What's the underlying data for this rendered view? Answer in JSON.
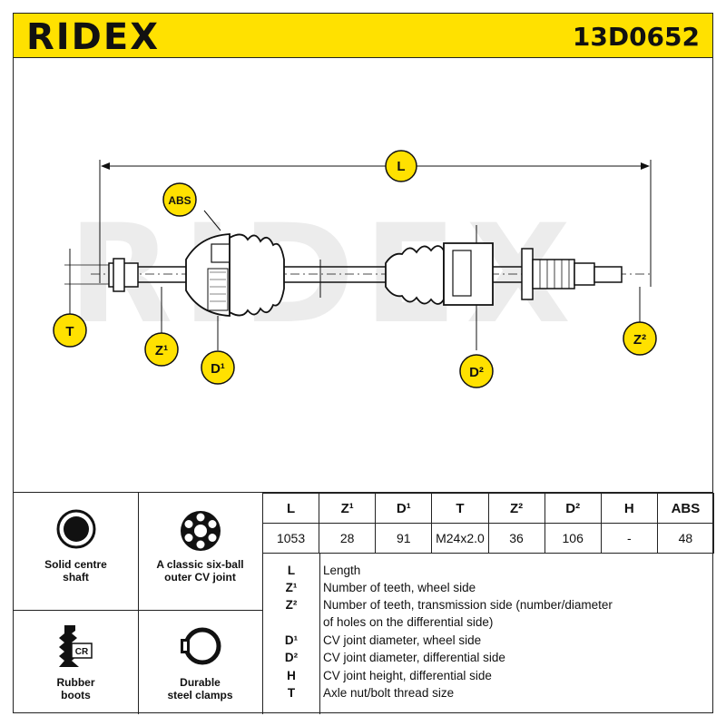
{
  "header": {
    "logo": "RIDEX",
    "part_number": "13D0652"
  },
  "colors": {
    "accent": "#ffe100",
    "line": "#111111",
    "watermark": "#ececec"
  },
  "drawing": {
    "watermark": "RIDEX",
    "callouts": {
      "L": "L",
      "ABS": "ABS",
      "T": "T",
      "Z1": "Z¹",
      "D1": "D¹",
      "D2": "D²",
      "Z2": "Z²"
    }
  },
  "features": [
    {
      "label_line1": "Solid centre",
      "label_line2": "shaft",
      "icon": "solid-shaft-icon"
    },
    {
      "label_line1": "A classic six-ball",
      "label_line2": "outer CV joint",
      "icon": "six-ball-joint-icon"
    },
    {
      "label_line1": "Rubber",
      "label_line2": "boots",
      "icon": "rubber-boot-icon",
      "icon_text": "CR"
    },
    {
      "label_line1": "Durable",
      "label_line2": "steel clamps",
      "icon": "steel-clamp-icon"
    }
  ],
  "spec_table": {
    "headers": [
      "L",
      "Z¹",
      "D¹",
      "T",
      "Z²",
      "D²",
      "H",
      "ABS"
    ],
    "values": [
      "1053",
      "28",
      "91",
      "M24x2.0",
      "36",
      "106",
      "-",
      "48"
    ]
  },
  "legend": [
    {
      "key": "L",
      "text": "Length"
    },
    {
      "key": "Z¹",
      "text": "Number of teeth, wheel side"
    },
    {
      "key": "Z²",
      "text": "Number of teeth, transmission side (number/diameter"
    },
    {
      "key": "",
      "text": "of holes on the differential side)"
    },
    {
      "key": "D¹",
      "text": "CV joint diameter, wheel side"
    },
    {
      "key": "D²",
      "text": "CV joint diameter, differential side"
    },
    {
      "key": "H",
      "text": "CV joint height, differential side"
    },
    {
      "key": "T",
      "text": "Axle nut/bolt thread size"
    }
  ]
}
